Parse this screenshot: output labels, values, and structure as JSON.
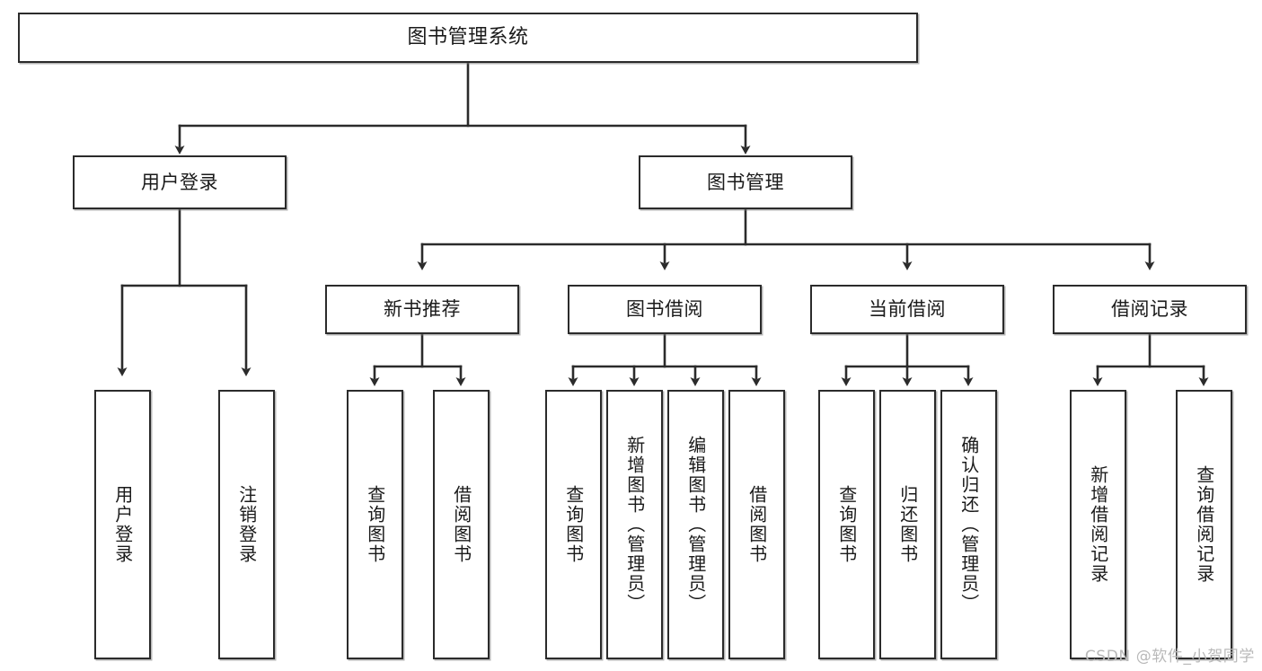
{
  "diagram": {
    "title": "图书管理系统",
    "type": "hierarchy-tree",
    "watermark": "CSDN @软件_小贺同学",
    "colors": {
      "box_border": "#2b2b2b",
      "box_fill": "#ffffff",
      "edge": "#2b2b2b",
      "text": "#1a1a1a",
      "watermark": "#b9b9b9"
    },
    "nodes": {
      "root": {
        "label": "图书管理系统",
        "level": 0
      },
      "level1": [
        {
          "id": "user-login",
          "label": "用户登录"
        },
        {
          "id": "book-manage",
          "label": "图书管理"
        }
      ],
      "level2": [
        {
          "id": "new-book-recommend",
          "label": "新书推荐",
          "parent": "book-manage"
        },
        {
          "id": "book-borrow",
          "label": "图书借阅",
          "parent": "book-manage"
        },
        {
          "id": "current-borrow",
          "label": "当前借阅",
          "parent": "book-manage"
        },
        {
          "id": "borrow-record",
          "label": "借阅记录",
          "parent": "book-manage"
        }
      ],
      "leaves": [
        {
          "id": "leaf-user-login",
          "label": "用户登录",
          "parent": "user-login"
        },
        {
          "id": "leaf-logout-login",
          "label": "注销登录",
          "parent": "user-login"
        },
        {
          "id": "leaf-query-book-1",
          "label": "查询图书",
          "parent": "new-book-recommend"
        },
        {
          "id": "leaf-borrow-book-1",
          "label": "借阅图书",
          "parent": "new-book-recommend"
        },
        {
          "id": "leaf-query-book-2",
          "label": "查询图书",
          "parent": "book-borrow"
        },
        {
          "id": "leaf-add-book",
          "label": "新增图书（管理员）",
          "parent": "book-borrow"
        },
        {
          "id": "leaf-edit-book",
          "label": "编辑图书（管理员）",
          "parent": "book-borrow"
        },
        {
          "id": "leaf-borrow-book-2",
          "label": "借阅图书",
          "parent": "book-borrow"
        },
        {
          "id": "leaf-query-book-3",
          "label": "查询图书",
          "parent": "current-borrow"
        },
        {
          "id": "leaf-return-book",
          "label": "归还图书",
          "parent": "current-borrow"
        },
        {
          "id": "leaf-confirm-return",
          "label": "确认归还（管理员）",
          "parent": "current-borrow"
        },
        {
          "id": "leaf-add-record",
          "label": "新增借阅记录",
          "parent": "borrow-record"
        },
        {
          "id": "leaf-query-record",
          "label": "查询借阅记录",
          "parent": "borrow-record"
        }
      ]
    }
  }
}
